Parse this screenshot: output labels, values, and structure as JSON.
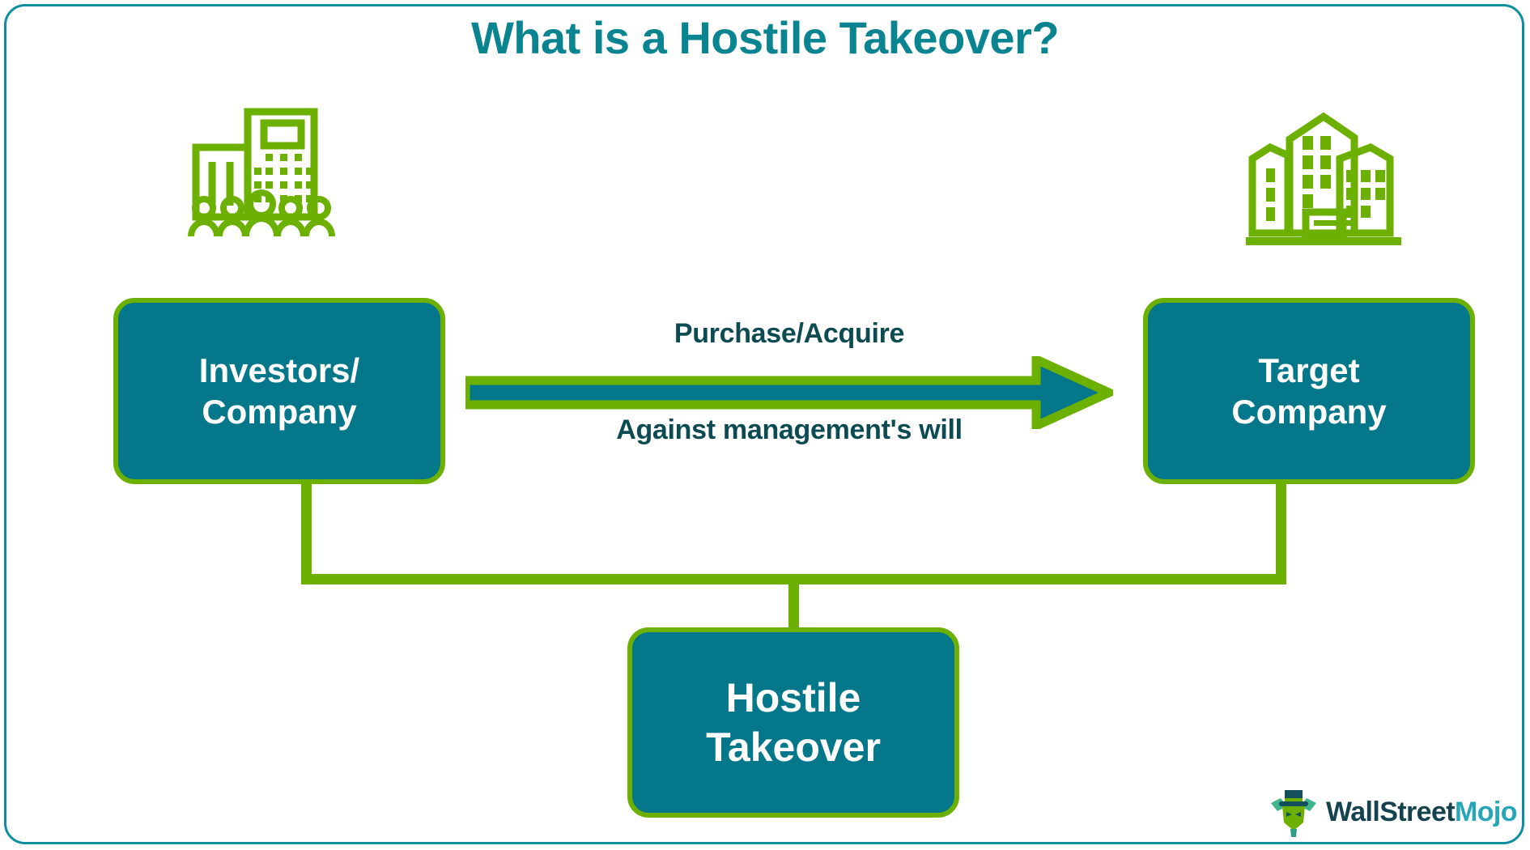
{
  "page": {
    "title": "What is a Hostile Takeover?",
    "border_color": "#0d8e9e",
    "background": "#ffffff"
  },
  "palette": {
    "teal_fill": "#04778a",
    "green_accent": "#6cb002",
    "title_teal": "#0a8490",
    "label_dark_teal": "#0d4b53",
    "box_text": "#ffffff"
  },
  "diagram": {
    "nodes": [
      {
        "id": "investors",
        "line1": "Investors/",
        "line2": "Company",
        "icon": "office-building-with-people-icon"
      },
      {
        "id": "target",
        "line1": "Target",
        "line2": "Company",
        "icon": "city-buildings-icon"
      },
      {
        "id": "hostile",
        "line1": "Hostile",
        "line2": "Takeover",
        "icon": ""
      }
    ],
    "arrow": {
      "label_top": "Purchase/Acquire",
      "label_bottom": "Against management's will",
      "direction": "left-to-right",
      "from": "investors",
      "to": "target",
      "fill": "#04778a",
      "stroke": "#6cb002"
    },
    "connectors": [
      {
        "id": "investors-to-hostile",
        "from": "investors",
        "to": "hostile",
        "color": "#6cb002"
      },
      {
        "id": "target-to-hostile",
        "from": "target",
        "to": "hostile",
        "color": "#6cb002"
      }
    ]
  },
  "branding": {
    "name_part1": "WallStreet",
    "name_part2": "Mojo",
    "mark": "mojo-mascot-tophat-icon"
  }
}
